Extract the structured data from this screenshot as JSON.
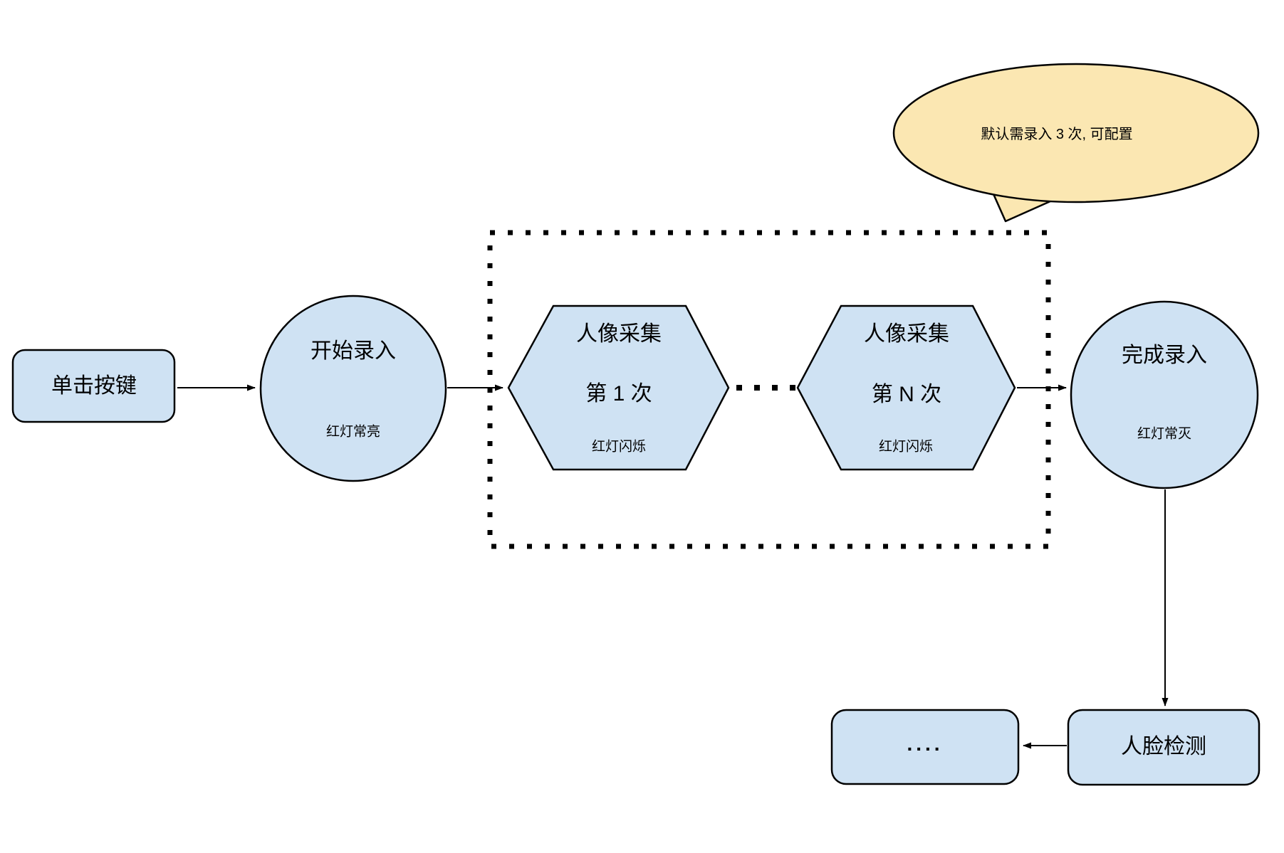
{
  "diagram": {
    "colors": {
      "node_fill": "#CFE2F3",
      "node_stroke": "#000000",
      "bubble_fill": "#FBE7B2",
      "background": "#FFFFFF"
    },
    "nodes": {
      "click_button": {
        "label": "单击按键"
      },
      "start_enroll": {
        "title": "开始录入",
        "subtitle": "红灯常亮"
      },
      "capture_first": {
        "line1": "人像采集",
        "line2": "第 1 次",
        "subtitle": "红灯闪烁"
      },
      "capture_nth": {
        "line1": "人像采集",
        "line2": "第 N 次",
        "subtitle": "红灯闪烁"
      },
      "finish_enroll": {
        "title": "完成录入",
        "subtitle": "红灯常灭"
      },
      "face_detect": {
        "label": "人脸检测"
      },
      "more_steps": {
        "label": "...."
      }
    },
    "callout": {
      "text": "默认需录入 3 次, 可配置"
    }
  }
}
